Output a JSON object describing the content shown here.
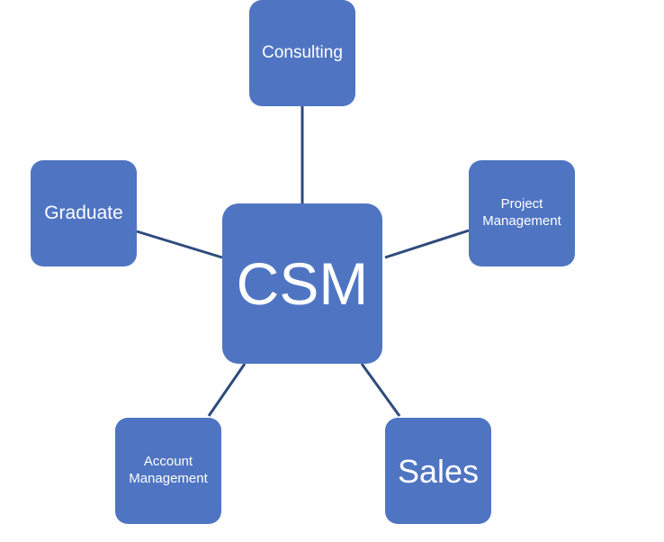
{
  "colors": {
    "node_fill": "#4F75C2",
    "connector": "#2F4B7C",
    "text": "#FFFFFF"
  },
  "center": {
    "label": "CSM"
  },
  "nodes": {
    "consulting": {
      "label": "Consulting"
    },
    "project_management": {
      "label": "Project Management"
    },
    "graduate": {
      "label": "Graduate"
    },
    "account_management": {
      "label": "Account Management"
    },
    "sales": {
      "label": "Sales"
    }
  }
}
